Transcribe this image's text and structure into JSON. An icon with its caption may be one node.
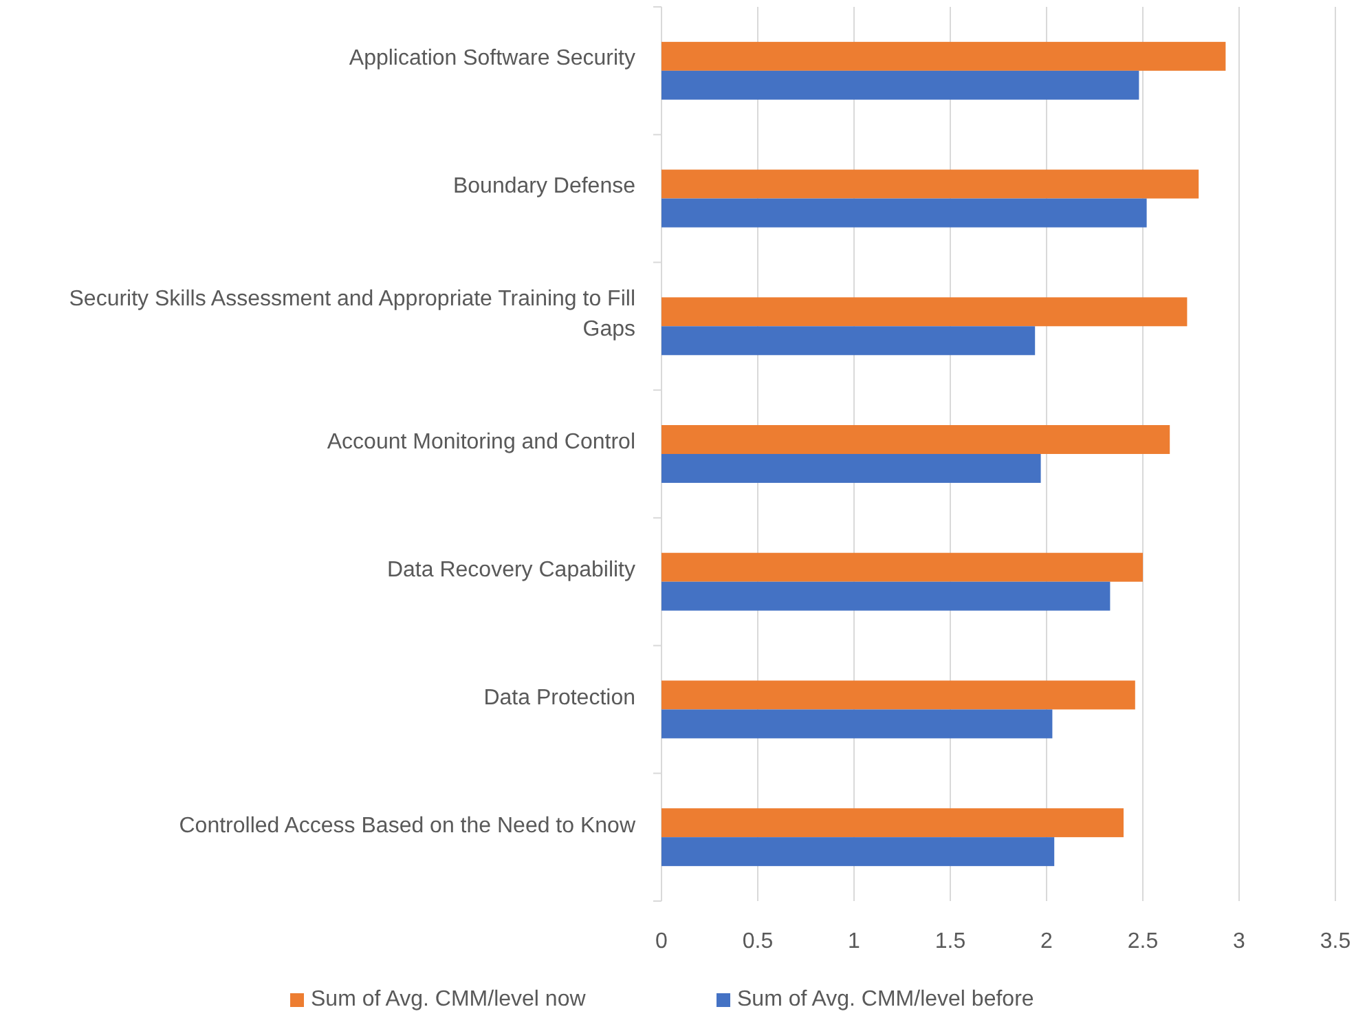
{
  "diagram": {
    "chart_data": {
      "type": "bar",
      "orientation": "horizontal",
      "categories": [
        "Application Software Security",
        "Boundary Defense",
        "Security Skills Assessment and Appropriate Training to Fill Gaps",
        "Account Monitoring and Control",
        "Data Recovery Capability",
        "Data Protection",
        "Controlled Access Based on the Need to Know"
      ],
      "series": [
        {
          "name": "Sum of Avg. CMM/level now",
          "color": "#ed7d31",
          "values": [
            2.93,
            2.79,
            2.73,
            2.64,
            2.5,
            2.46,
            2.4
          ]
        },
        {
          "name": "Sum of Avg. CMM/level before",
          "color": "#4472c4",
          "values": [
            2.48,
            2.52,
            1.94,
            1.97,
            2.33,
            2.03,
            2.04
          ]
        }
      ],
      "xlim": [
        0,
        3.5
      ],
      "xticks": [
        0,
        0.5,
        1,
        1.5,
        2,
        2.5,
        3,
        3.5
      ],
      "grid": true,
      "legend": "bottom"
    }
  }
}
